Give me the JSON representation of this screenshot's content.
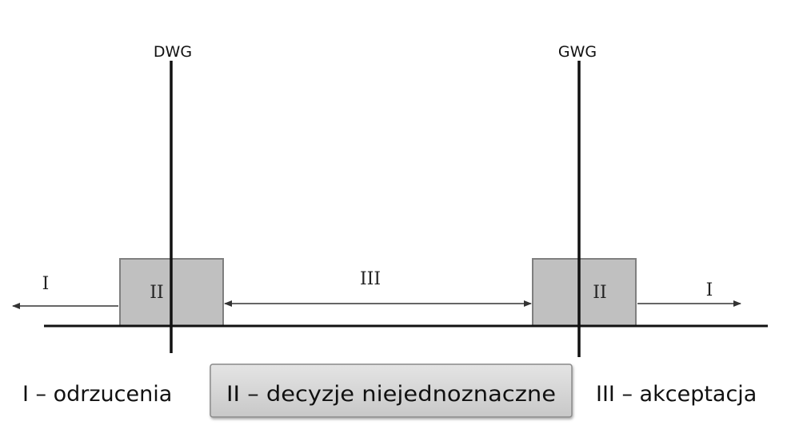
{
  "limits": {
    "lower": "DWG",
    "upper": "GWG"
  },
  "zones": {
    "left_reject": "I",
    "left_ambiguous": "II",
    "accept": "III",
    "right_ambiguous": "II",
    "right_reject": "I"
  },
  "legend": {
    "reject": "I – odrzucenia",
    "ambiguous": "II – decyzje niejednoznaczne",
    "accept": "III – akceptacja"
  },
  "colors": {
    "line": "#111111",
    "box_fill": "#c0c0c0",
    "box_stroke": "#7f7f7f",
    "arrow": "#333333",
    "legend_box_top": "#e4e4e4",
    "legend_box_bottom": "#c8c8c8"
  }
}
